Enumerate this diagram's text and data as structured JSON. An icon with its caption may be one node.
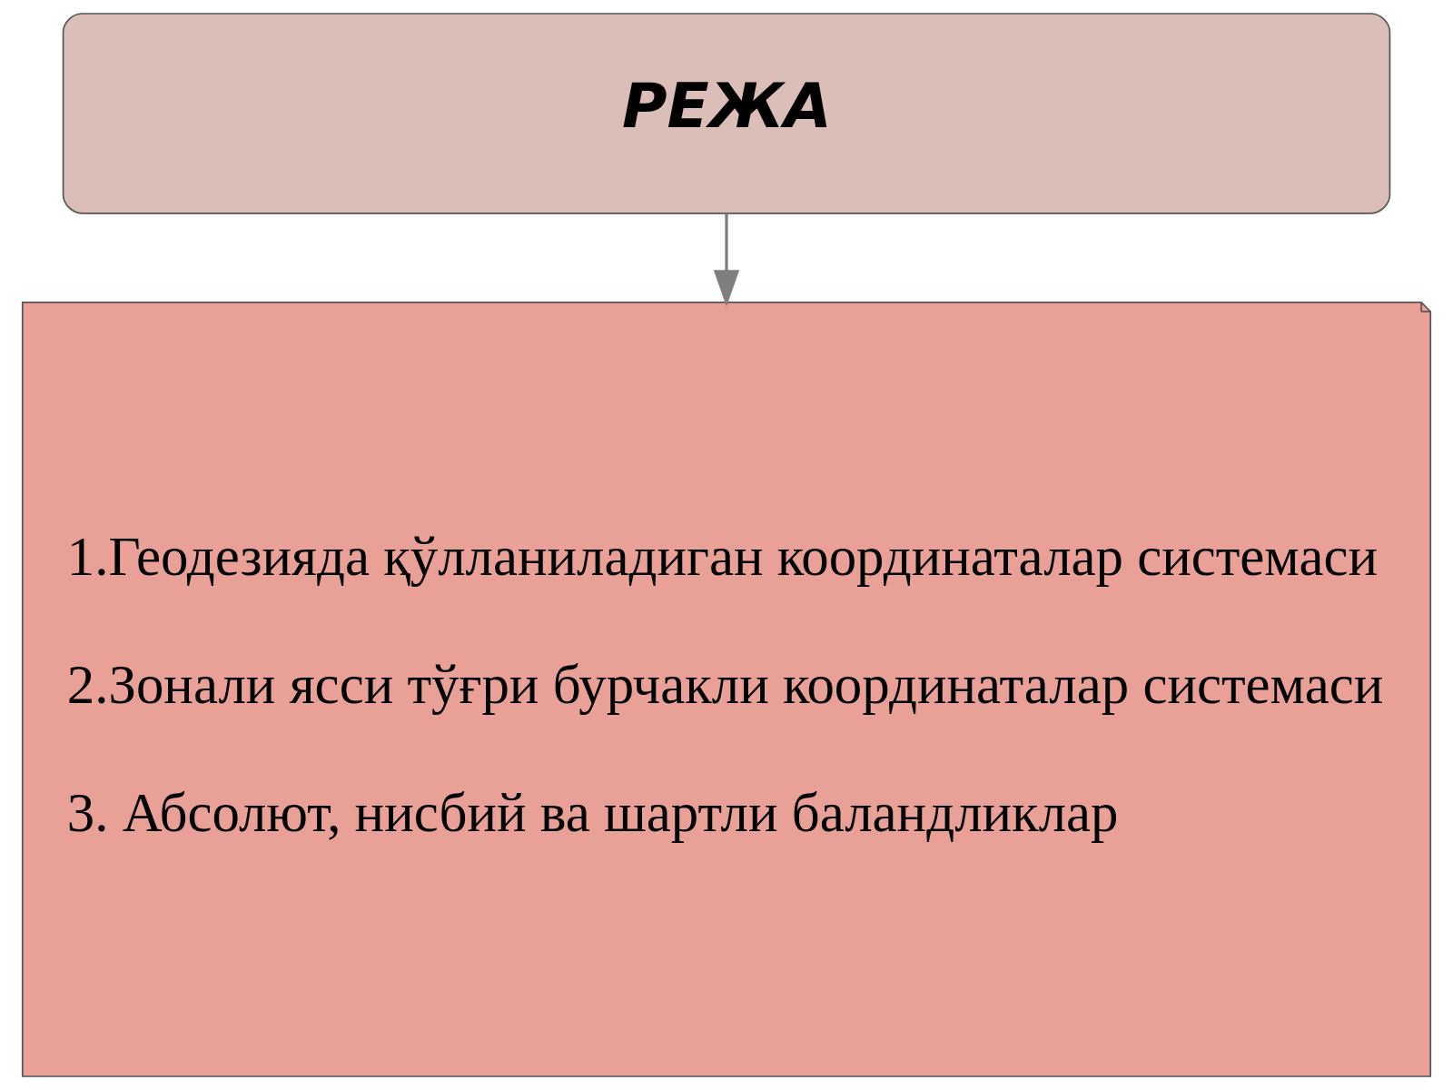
{
  "diagram": {
    "nodes": [
      {
        "text": [
          "РЕЖА"
        ]
      },
      {
        "text": [
          "1.Геодезияда қўлланиладиган координаталар системаси",
          "2.Зонали ясси тўғри бурчакли координаталар системаси",
          "3. Абсолют, нисбий ва шартли баландликлар"
        ]
      }
    ],
    "edges": [
      {
        "from": 0,
        "to": 1,
        "arrow": "to"
      }
    ]
  }
}
